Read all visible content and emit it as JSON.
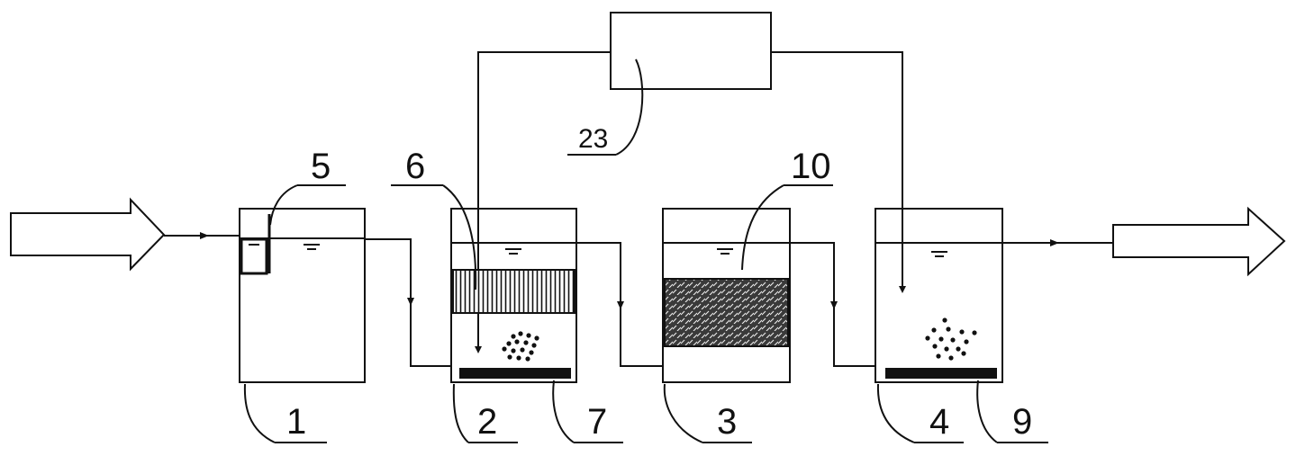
{
  "labels": {
    "tank_1": "1",
    "tank_2": "2",
    "tank_3": "3",
    "tank_4": "4",
    "part_5": "5",
    "part_6": "6",
    "part_7": "7",
    "part_9": "9",
    "part_10": "10",
    "part_23": "23"
  }
}
